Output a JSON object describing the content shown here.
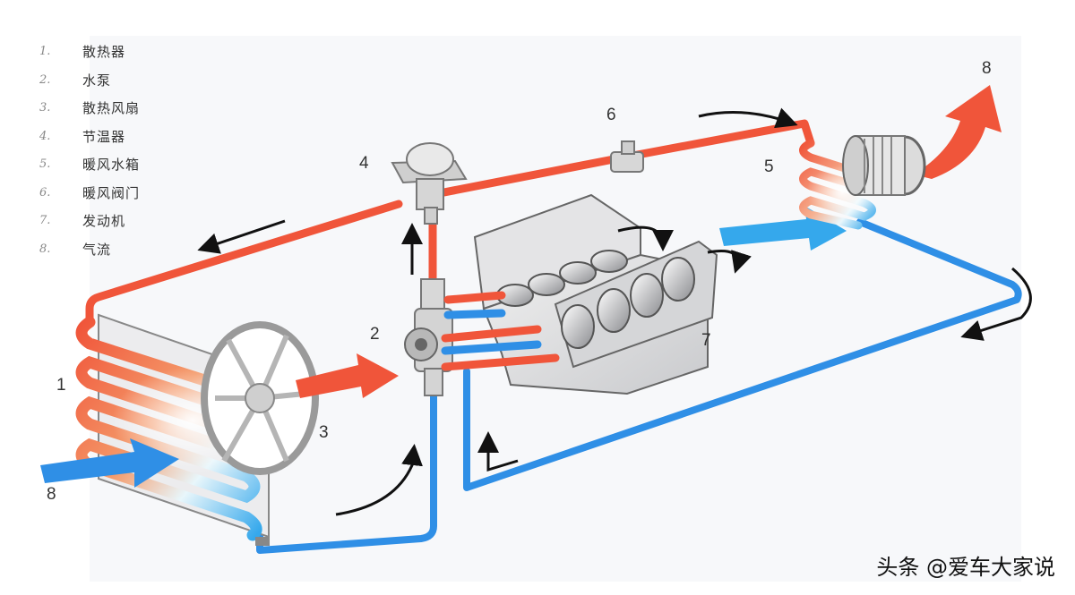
{
  "legend": [
    {
      "num": "1.",
      "label": "散热器"
    },
    {
      "num": "2.",
      "label": "水泵"
    },
    {
      "num": "3.",
      "label": "散热风扇"
    },
    {
      "num": "4.",
      "label": "节温器"
    },
    {
      "num": "5.",
      "label": "暖风水箱"
    },
    {
      "num": "6.",
      "label": "暖风阀门"
    },
    {
      "num": "7.",
      "label": "发动机"
    },
    {
      "num": "8.",
      "label": "气流"
    }
  ],
  "callouts": {
    "radiator": "1",
    "pump": "2",
    "fan": "3",
    "thermostat": "4",
    "heater_core": "5",
    "heater_valve": "6",
    "engine": "7",
    "airflow_in": "8",
    "airflow_out": "8"
  },
  "watermark": "头条 @爱车大家说",
  "colors": {
    "hot_coolant": "#f0553a",
    "cool_coolant": "#2f8fe6",
    "engine_body": "#d9dadc",
    "component_gray": "#a8a8a8"
  },
  "icons": {
    "radiator": "radiator-icon",
    "fan": "fan-icon",
    "pump": "water-pump-icon",
    "thermostat": "thermostat-icon",
    "heater_valve": "valve-icon",
    "heater_core": "heater-core-icon",
    "blower": "blower-icon",
    "engine": "engine-block-icon"
  }
}
